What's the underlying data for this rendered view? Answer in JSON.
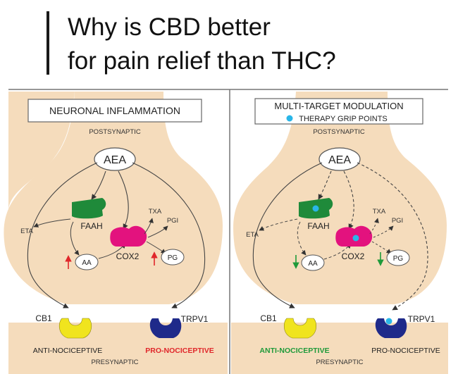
{
  "title": {
    "line1": "Why is CBD better",
    "line2": "for pain relief than THC?"
  },
  "left_panel": {
    "header": "NEURONAL INFLAMMATION",
    "postsynaptic": "POSTSYNAPTIC",
    "presynaptic": "PRESYNAPTIC",
    "aea": "AEA",
    "faah": "FAAH",
    "eta": "ETA",
    "aa": "AA",
    "cox2": "COX2",
    "txa": "TXA",
    "pgi": "PGI",
    "pg": "PG",
    "cb1": "CB1",
    "trpv1": "TRPV1",
    "anti": "ANTI-NOCICEPTIVE",
    "pro": "PRO-NOCICEPTIVE"
  },
  "right_panel": {
    "header": "MULTI-TARGET MODULATION",
    "legend": "THERAPY GRIP POINTS",
    "postsynaptic": "POSTSYNAPTIC",
    "presynaptic": "PRESYNAPTIC",
    "aea": "AEA",
    "faah": "FAAH",
    "eta": "ETA",
    "aa": "AA",
    "cox2": "COX2",
    "txa": "TXA",
    "pgi": "PGI",
    "pg": "PG",
    "cb1": "CB1",
    "trpv1": "TRPV1",
    "anti": "ANTI-NOCICEPTIVE",
    "pro": "PRO-NOCICEPTIVE"
  },
  "colors": {
    "membrane": "#f5dcbc",
    "faah": "#1f8a3a",
    "cox2": "#e3127e",
    "cb1": "#f0e41e",
    "trpv1": "#1f2a8a",
    "grip_point": "#29b6e8",
    "up_arrow": "#e0262a",
    "down_arrow": "#1f9a3a",
    "pro_label_left": "#e0262a",
    "anti_label_right": "#1f9a3a"
  }
}
